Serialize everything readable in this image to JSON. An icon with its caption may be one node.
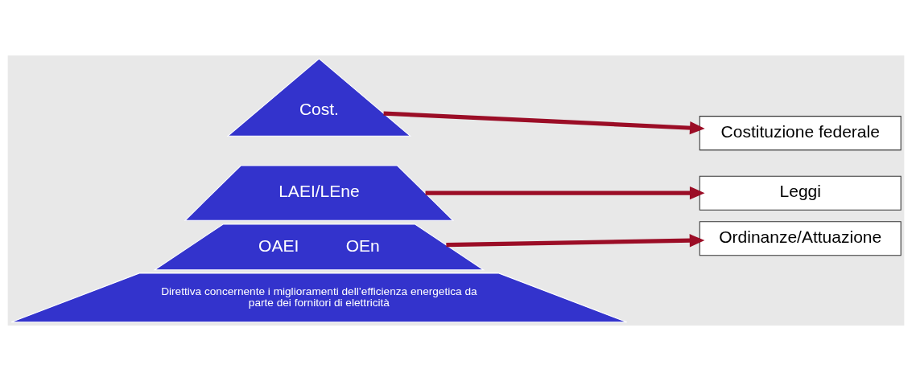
{
  "diagram": {
    "nodes": [
      {
        "text": [
          "Cost."
        ]
      },
      {
        "text": [
          "LAEI/LEne"
        ]
      },
      {
        "text": [
          "OAEI",
          "OEn"
        ]
      },
      {
        "text": [
          "Direttiva concernente i miglioramenti dell’efficienza energetica da parte dei fornitori di elettricità"
        ]
      },
      {
        "text": [
          "Costituzione federale"
        ]
      },
      {
        "text": [
          "Leggi"
        ]
      },
      {
        "text": [
          "Ordinanze/Attuazione"
        ]
      }
    ],
    "edges": [
      {
        "from": 0,
        "to": 4,
        "arrow": "to"
      },
      {
        "from": 1,
        "to": 5,
        "arrow": "to"
      },
      {
        "from": 2,
        "to": 6,
        "arrow": "to"
      }
    ]
  }
}
